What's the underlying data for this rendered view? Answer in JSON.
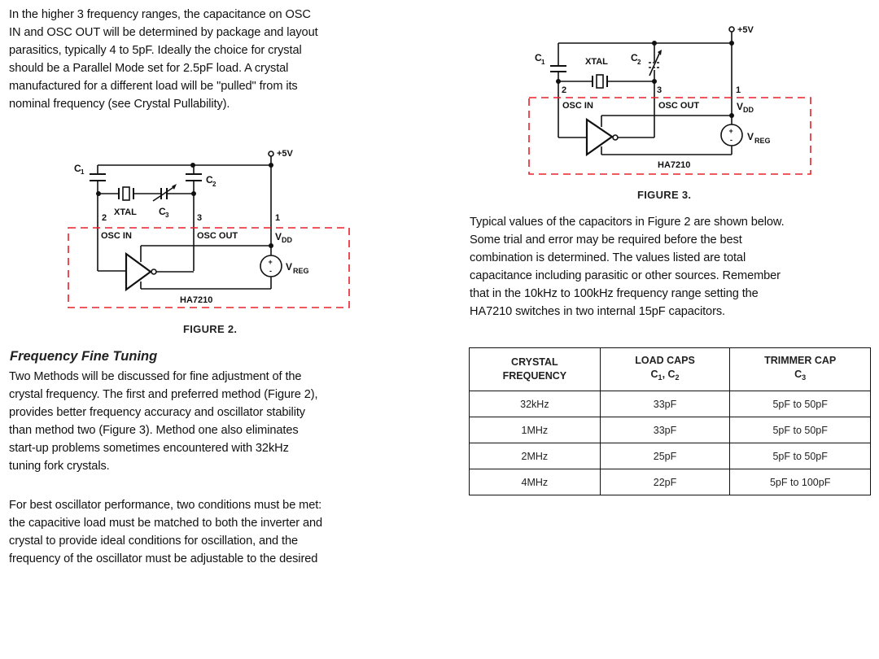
{
  "left_column": {
    "intro_paragraph": [
      "In the higher 3 frequency ranges, the capacitance on OSC",
      "IN and OSC OUT will be determined by package and layout",
      "parasitics, typically 4 to 5pF. Ideally the choice for crystal",
      "should be a Parallel Mode set for 2.5pF load. A crystal",
      "manufactured for a different load will be \"pulled\" from its",
      "nominal frequency (see Crystal Pullability)."
    ],
    "figure2": {
      "caption": "FIGURE 2.",
      "labels": {
        "supply": "+5V",
        "c1": "C",
        "c1_sub": "1",
        "c2": "C",
        "c2_sub": "2",
        "c3": "C",
        "c3_sub": "3",
        "xtal": "XTAL",
        "pin2": "2",
        "pin3": "3",
        "pin1": "1",
        "osc_in": "OSC IN",
        "osc_out": "OSC OUT",
        "vdd": "V",
        "vdd_sub": "DD",
        "vreg": "V",
        "vreg_sub": "REG",
        "chip": "HA7210",
        "plus": "+",
        "minus": "-"
      }
    },
    "section_heading": "Frequency Fine Tuning",
    "methods_paragraph": [
      "Two Methods will be discussed for fine adjustment of the",
      "crystal frequency. The first and preferred method (Figure 2),",
      "provides better frequency accuracy and oscillator stability",
      "than method two (Figure 3). Method one also eliminates",
      "start-up problems sometimes encountered with 32kHz",
      "tuning fork crystals."
    ],
    "performance_paragraph": [
      "For best oscillator performance, two conditions must be met:",
      "the capacitive load must be matched to both the inverter and",
      "crystal to provide ideal conditions for oscillation, and the",
      "frequency of the oscillator must be adjustable to the desired"
    ]
  },
  "right_column": {
    "figure3": {
      "caption": "FIGURE 3.",
      "labels": {
        "supply": "+5V",
        "c1": "C",
        "c1_sub": "1",
        "c2": "C",
        "c2_sub": "2",
        "xtal": "XTAL",
        "pin2": "2",
        "pin3": "3",
        "pin1": "1",
        "osc_in": "OSC IN",
        "osc_out": "OSC OUT",
        "vdd": "V",
        "vdd_sub": "DD",
        "vreg": "V",
        "vreg_sub": "REG",
        "chip": "HA7210",
        "plus": "+",
        "minus": "-"
      }
    },
    "values_paragraph": [
      "Typical values of the capacitors in Figure 2 are shown below.",
      "Some trial and error may be required before the best",
      "combination is determined. The values listed are total",
      "capacitance including parasitic or other sources. Remember",
      "that in the 10kHz to 100kHz frequency range setting the",
      "HA7210 switches in two internal 15pF capacitors."
    ],
    "table": {
      "headers": [
        {
          "line1": "CRYSTAL",
          "line2": "FREQUENCY",
          "sub": ""
        },
        {
          "line1": "LOAD CAPS",
          "line2": "C",
          "sub": "1",
          "line2b": ", C",
          "sub2": "2"
        },
        {
          "line1": "TRIMMER CAP",
          "line2": "C",
          "sub": "3"
        }
      ],
      "rows": [
        [
          "32kHz",
          "33pF",
          "5pF to 50pF"
        ],
        [
          "1MHz",
          "33pF",
          "5pF to 50pF"
        ],
        [
          "2MHz",
          "25pF",
          "5pF to 50pF"
        ],
        [
          "4MHz",
          "22pF",
          "5pF to 100pF"
        ]
      ]
    }
  },
  "colors": {
    "text": "#111111",
    "chip_boundary": "#e8202a",
    "wire": "#111111"
  }
}
